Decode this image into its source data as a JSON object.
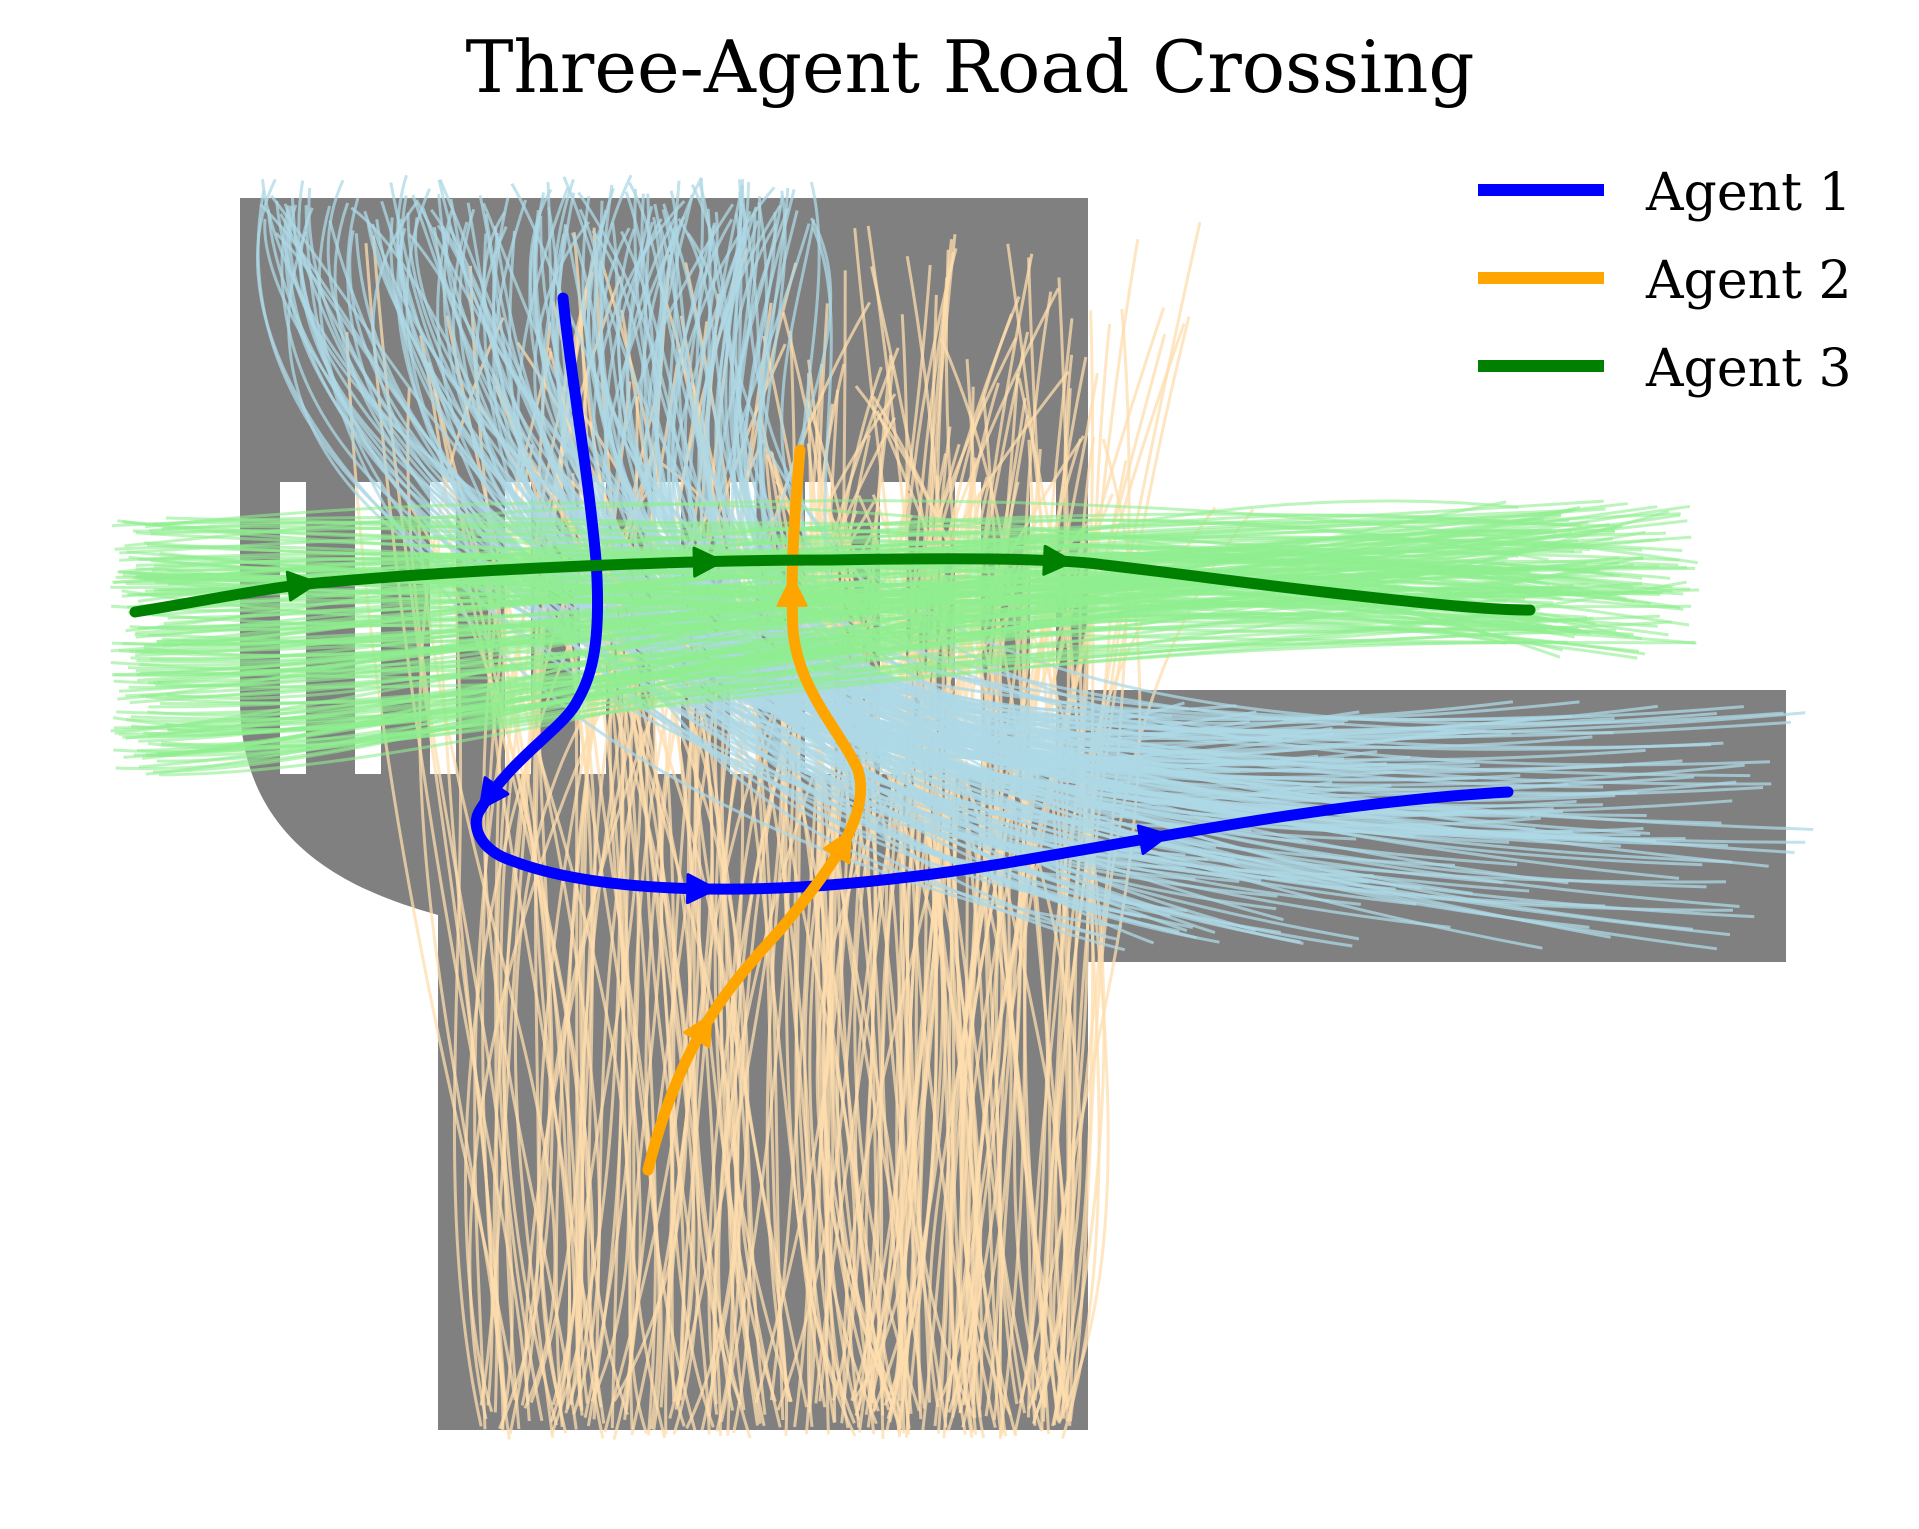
{
  "title": "Three-Agent Road Crossing",
  "road_color": "#808080",
  "crosswalk_color": "#ffffff",
  "agents": [
    {
      "name": "Agent 1",
      "color": "#0000ff",
      "sample_color": "#add8e6"
    },
    {
      "name": "Agent 2",
      "color": "#ffa500",
      "sample_color": "#ffdead"
    },
    {
      "name": "Agent 3",
      "color": "#008000",
      "sample_color": "#90ee90"
    }
  ]
}
